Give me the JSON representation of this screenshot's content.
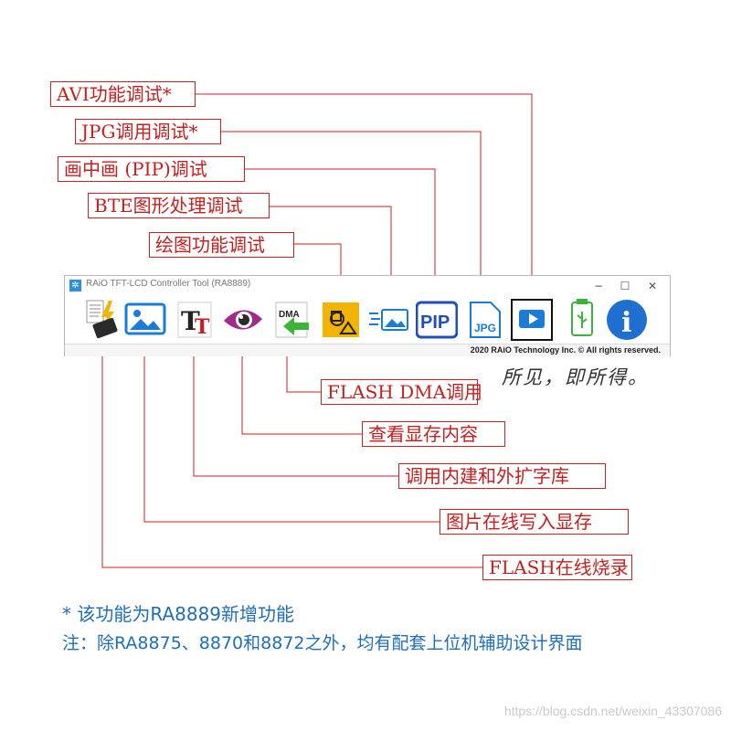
{
  "callouts_top": [
    {
      "id": "avi",
      "label": "AVI功能调试*"
    },
    {
      "id": "jpg",
      "label": "JPG调用调试*"
    },
    {
      "id": "pip",
      "label": "画中画 (PIP)调试"
    },
    {
      "id": "bte",
      "label": "BTE图形处理调试"
    },
    {
      "id": "draw",
      "label": "绘图功能调试"
    }
  ],
  "callouts_bottom": [
    {
      "id": "flash-dma",
      "label": "FLASH DMA调用"
    },
    {
      "id": "view-mem",
      "label": "查看显存内容"
    },
    {
      "id": "font",
      "label": "调用内建和外扩字库"
    },
    {
      "id": "image",
      "label": "图片在线写入显存"
    },
    {
      "id": "flash-burn",
      "label": "FLASH在线烧录"
    }
  ],
  "window": {
    "title": "RAiO TFT-LCD Controller Tool (RA8889)",
    "minimize": "−",
    "maximize": "☐",
    "close": "✕",
    "copyright": "2020 RAiO Technology Inc. © All rights reserved."
  },
  "toolbar_icons": [
    {
      "name": "flash-chip-icon"
    },
    {
      "name": "image-icon"
    },
    {
      "name": "font-icon",
      "text": "T"
    },
    {
      "name": "eye-icon"
    },
    {
      "name": "dma-icon",
      "text": "DMA"
    },
    {
      "name": "draw-shapes-icon"
    },
    {
      "name": "bte-icon"
    },
    {
      "name": "pip-icon",
      "text": "PIP"
    },
    {
      "name": "jpg-icon",
      "text": "JPG"
    },
    {
      "name": "avi-play-icon"
    },
    {
      "name": "usb-icon"
    },
    {
      "name": "info-icon",
      "text": "i"
    }
  ],
  "slogan": "所见，即所得。",
  "notes": {
    "note1": "* 该功能为RA8889新增功能",
    "note2": "注：除RA8875、8870和8872之外，均有配套上位机辅助设计界面"
  },
  "watermark": "https://blog.csdn.net/weixin_43307086",
  "colors": {
    "callout_red": "#d21e1e",
    "note_blue": "#1f6fb8"
  }
}
